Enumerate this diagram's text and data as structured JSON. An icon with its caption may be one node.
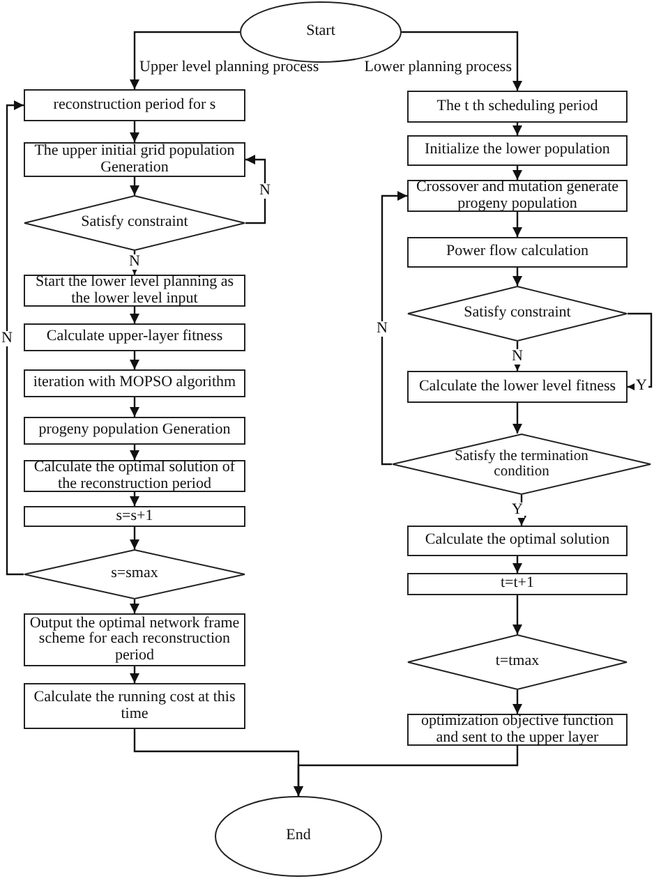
{
  "diagram": {
    "nodes": [
      {
        "text": [
          "Start"
        ]
      },
      {
        "text": [
          "reconstruction period for s"
        ]
      },
      {
        "text": [
          "The upper initial grid population Generation"
        ]
      },
      {
        "text": [
          "Satisfy constraint"
        ]
      },
      {
        "text": [
          "Start the lower level planning as the lower level input"
        ]
      },
      {
        "text": [
          "Calculate upper-layer fitness"
        ]
      },
      {
        "text": [
          "iteration with MOPSO algorithm"
        ]
      },
      {
        "text": [
          "progeny population Generation"
        ]
      },
      {
        "text": [
          "Calculate the optimal solution of the reconstruction period"
        ]
      },
      {
        "text": [
          "s=s+1"
        ]
      },
      {
        "text": [
          "s=smax"
        ]
      },
      {
        "text": [
          "Output the optimal network frame scheme for each reconstruction period"
        ]
      },
      {
        "text": [
          "Calculate the running cost at this time"
        ]
      },
      {
        "text": [
          "The t th scheduling period"
        ]
      },
      {
        "text": [
          "Initialize the lower population"
        ]
      },
      {
        "text": [
          "Crossover and mutation generate progeny population"
        ]
      },
      {
        "text": [
          "Power flow calculation"
        ]
      },
      {
        "text": [
          "Satisfy constraint"
        ]
      },
      {
        "text": [
          "Calculate the lower level fitness"
        ]
      },
      {
        "text": [
          "Satisfy the termination condition"
        ]
      },
      {
        "text": [
          "Calculate the optimal solution"
        ]
      },
      {
        "text": [
          "t=t+1"
        ]
      },
      {
        "text": [
          "t=tmax"
        ]
      },
      {
        "text": [
          "optimization objective function and sent to the upper layer"
        ]
      },
      {
        "text": [
          "End"
        ]
      }
    ],
    "edges": [
      {
        "from": 0,
        "to": 1,
        "arrow": "to"
      },
      {
        "from": 0,
        "to": 13,
        "arrow": "to"
      },
      {
        "from": 1,
        "to": 2,
        "arrow": "to"
      },
      {
        "from": 2,
        "to": 3,
        "arrow": "to"
      },
      {
        "from": 3,
        "to": 2,
        "arrow": "to",
        "label": "N"
      },
      {
        "from": 3,
        "to": 4,
        "arrow": "to",
        "label": "N"
      },
      {
        "from": 4,
        "to": 5,
        "arrow": "to"
      },
      {
        "from": 5,
        "to": 6,
        "arrow": "to"
      },
      {
        "from": 6,
        "to": 7,
        "arrow": "to"
      },
      {
        "from": 7,
        "to": 8,
        "arrow": "to"
      },
      {
        "from": 8,
        "to": 9,
        "arrow": "to"
      },
      {
        "from": 9,
        "to": 10,
        "arrow": "to"
      },
      {
        "from": 10,
        "to": 1,
        "arrow": "to",
        "label": "N"
      },
      {
        "from": 10,
        "to": 11,
        "arrow": "to"
      },
      {
        "from": 11,
        "to": 12,
        "arrow": "to"
      },
      {
        "from": 12,
        "to": 24,
        "arrow": "to"
      },
      {
        "from": 13,
        "to": 14,
        "arrow": "to"
      },
      {
        "from": 14,
        "to": 15,
        "arrow": "to"
      },
      {
        "from": 15,
        "to": 16,
        "arrow": "to"
      },
      {
        "from": 16,
        "to": 17,
        "arrow": "to"
      },
      {
        "from": 17,
        "to": 18,
        "arrow": "to",
        "label": "N"
      },
      {
        "from": 17,
        "to": 18,
        "arrow": "to",
        "label": "Y"
      },
      {
        "from": 18,
        "to": 19,
        "arrow": "to"
      },
      {
        "from": 19,
        "to": 15,
        "arrow": "to",
        "label": "N"
      },
      {
        "from": 19,
        "to": 20,
        "arrow": "to",
        "label": "Y"
      },
      {
        "from": 20,
        "to": 21,
        "arrow": "to"
      },
      {
        "from": 21,
        "to": 22,
        "arrow": "to"
      },
      {
        "from": 22,
        "to": 23,
        "arrow": "to"
      },
      {
        "from": 23,
        "to": 24,
        "arrow": "to"
      }
    ],
    "labels": [
      "Upper level planning process",
      "Lower planning process"
    ]
  }
}
